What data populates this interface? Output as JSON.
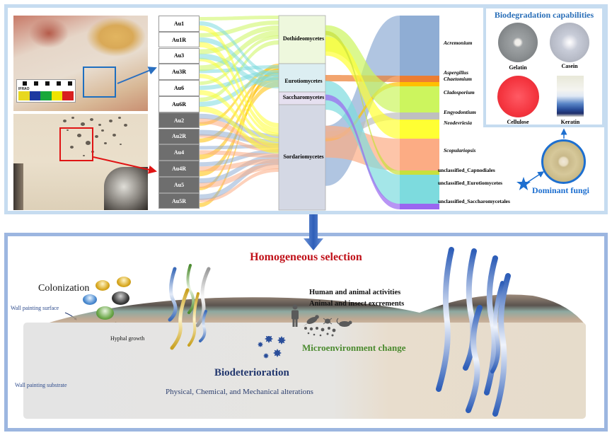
{
  "top_panel": {
    "photos": [
      {
        "name": "painting-photo-top",
        "selection_color": "#1e6fc0"
      },
      {
        "name": "painting-photo-bottom",
        "selection_color": "#e01414"
      }
    ],
    "scale_bar_label": "IFRAO",
    "sankey": {
      "samples": [
        "Au1",
        "Au1R",
        "Au3",
        "Au3R",
        "Au6",
        "Au6R",
        "Au2",
        "Au2R",
        "Au4",
        "Au4R",
        "Au5",
        "Au5R"
      ],
      "classes": [
        "Dothideomycetes",
        "Eurotiomycetes",
        "Saccharomycetes",
        "Sordariomycetes"
      ],
      "genera": [
        {
          "label": "Acremonium",
          "italic": true,
          "color": "#8fadd4"
        },
        {
          "label": "Aspergillus",
          "italic": true,
          "color": "#ed7d31"
        },
        {
          "label": "Chaetomium",
          "italic": true,
          "color": "#ffc000"
        },
        {
          "label": "Cladosporium",
          "italic": true,
          "color": "#ccf55e"
        },
        {
          "label": "Engyodontium",
          "italic": true,
          "color": "#bfbfbf"
        },
        {
          "label": "Neodevriesia",
          "italic": true,
          "color": "#ffff33"
        },
        {
          "label": "Scopulariopsis",
          "italic": true,
          "color": "#fcac84"
        },
        {
          "label": "unclassified_Capnodiales",
          "italic": false,
          "color": "#c8e03c"
        },
        {
          "label": "unclassified_Eurotiomycetes",
          "italic": false,
          "color": "#7ddbde"
        },
        {
          "label": "unclassified_Saccharomycetales",
          "italic": false,
          "color": "#9a66f0"
        }
      ]
    },
    "biodegradation": {
      "title": "Biodegradation capabilities",
      "tests": [
        "Gelatin",
        "Casein",
        "Cellulose",
        "Keratin"
      ]
    },
    "dominant_fungi_label": "Dominant fungi"
  },
  "bottom_panel": {
    "title": "Homogeneous selection",
    "colonization": "Colonization",
    "surface_label": "Wall painting surface",
    "substrate_label": "Wall painting substrate",
    "hyphal_growth": "Hyphal growth",
    "activities": [
      "Human and animal activities",
      "Animal and insect excrements"
    ],
    "microenvironment": "Microenvironment change",
    "biodeterioration": "Biodeterioration",
    "alterations": "Physical, Chemical, and Mechanical alterations"
  }
}
